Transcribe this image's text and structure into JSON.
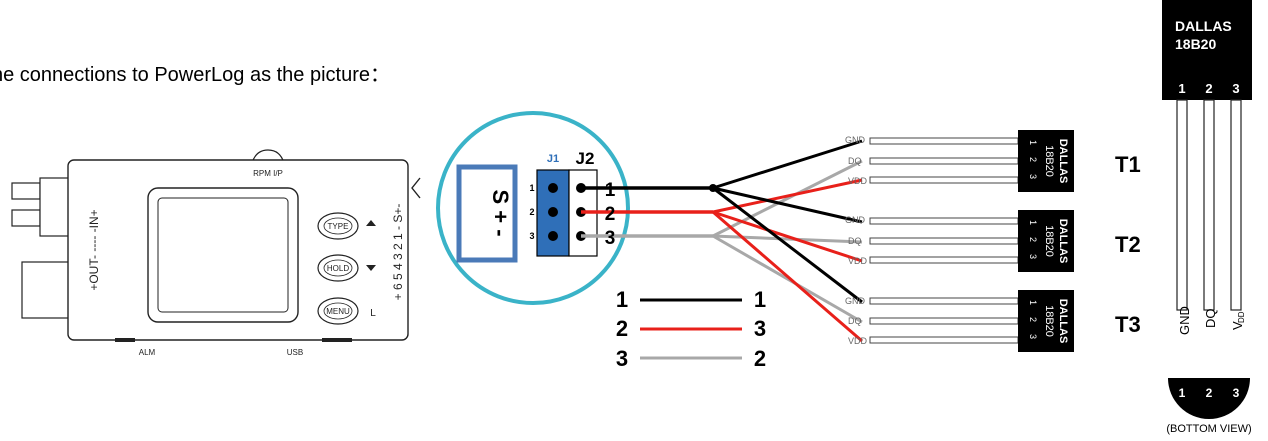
{
  "intro_text": "he connections to PowerLog as the picture：",
  "powerlog": {
    "top_port": "RPM I/P",
    "left_label": "+OUT- ---- -IN+",
    "right_label": "+ 6 5 4 3 2 1 - S+-",
    "btn_type": "TYPE",
    "btn_hold": "HOLD",
    "btn_menu": "MENU",
    "btn_menu_side": "L",
    "bottom_alm": "ALM",
    "bottom_usb": "USB"
  },
  "connector": {
    "sm_label": "S + -",
    "j1": "J1",
    "j2": "J2",
    "j1_pins": [
      "1",
      "2",
      "3"
    ],
    "j2_pins": [
      "1",
      "2",
      "3"
    ]
  },
  "sensors": [
    {
      "tag": "T1",
      "body": [
        "DALLAS",
        "18B20"
      ],
      "pins": [
        "1",
        "2",
        "3"
      ],
      "leads": [
        "GND",
        "DQ",
        "VDD"
      ]
    },
    {
      "tag": "T2",
      "body": [
        "DALLAS",
        "18B20"
      ],
      "pins": [
        "1",
        "2",
        "3"
      ],
      "leads": [
        "GND",
        "DQ",
        "VDD"
      ]
    },
    {
      "tag": "T3",
      "body": [
        "DALLAS",
        "18B20"
      ],
      "pins": [
        "1",
        "2",
        "3"
      ],
      "leads": [
        "GND",
        "DQ",
        "VDD"
      ]
    }
  ],
  "legend": [
    {
      "from": "1",
      "to": "1",
      "color": "#000000"
    },
    {
      "from": "2",
      "to": "3",
      "color": "#e8201a"
    },
    {
      "from": "3",
      "to": "2",
      "color": "#a8a8a8"
    }
  ],
  "chip": {
    "title": [
      "DALLAS",
      "18B20"
    ],
    "pins": [
      "1",
      "2",
      "3"
    ],
    "pin_names": [
      "GND",
      "DQ",
      "V",
      "DD"
    ],
    "bottom_pins": [
      "1",
      "2",
      "3"
    ],
    "bottom_view": "(BOTTOM VIEW)"
  },
  "colors": {
    "teal": "#3ab3c8",
    "blue": "#2f6fb8",
    "black": "#000000",
    "red": "#e8201a",
    "gray": "#a8a8a8"
  }
}
